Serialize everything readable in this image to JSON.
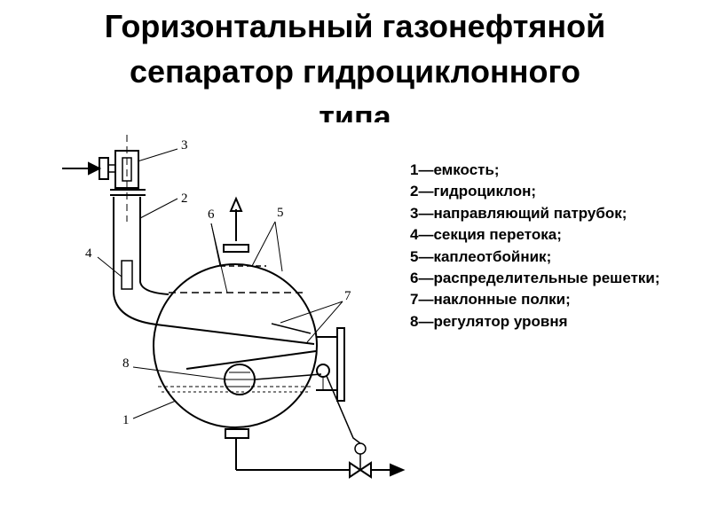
{
  "slide": {
    "title_lines": [
      "Горизонтальный газонефтяной",
      "сепаратор гидроциклонного",
      "типа"
    ],
    "legend": [
      "1—емкость;",
      "2—гидроциклон;",
      "3—направляющий патрубок;",
      "4—секция перетока;",
      "5—каплеотбойник;",
      "6—распределительные решетки;",
      "7—наклонные полки;",
      "8—регулятор уровня"
    ],
    "callouts": [
      "1",
      "2",
      "3",
      "4",
      "5",
      "6",
      "7",
      "8"
    ]
  }
}
